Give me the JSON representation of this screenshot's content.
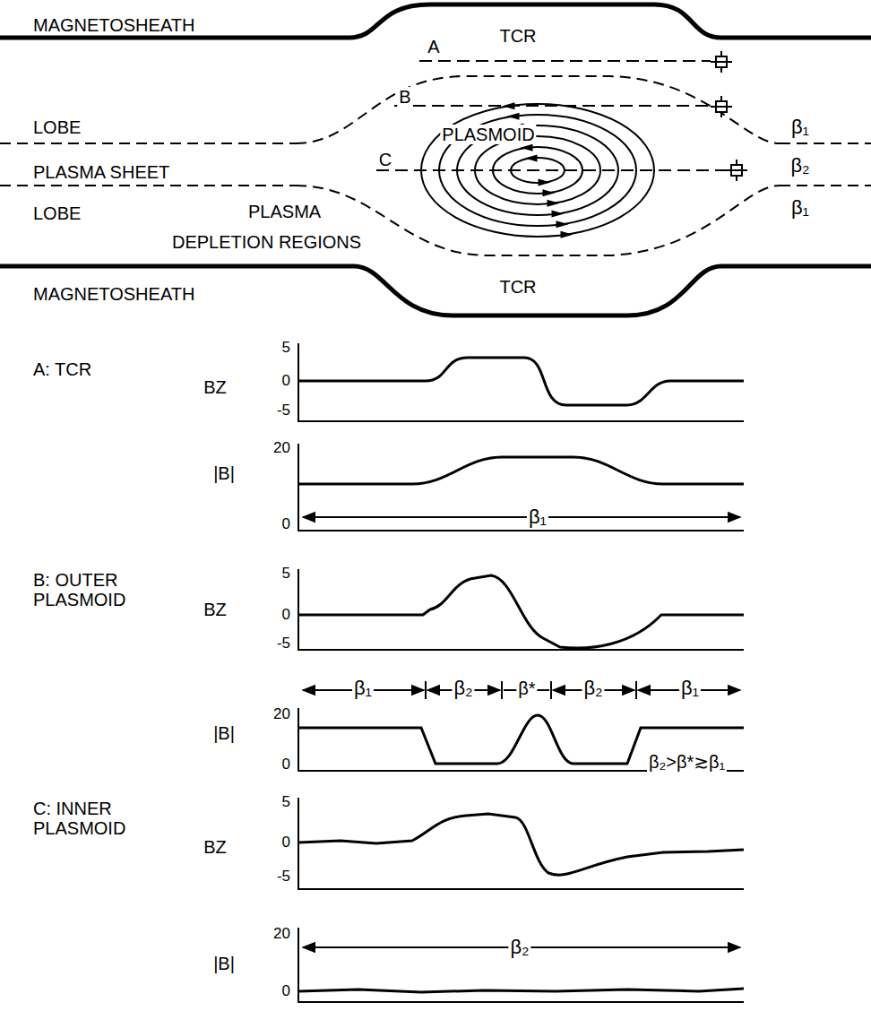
{
  "diagram": {
    "labels": [
      "MAGNETOSHEATH",
      "TCR",
      "A",
      "B",
      "LOBE",
      "PLASMOID",
      "β₁",
      "PLASMA SHEET",
      "C",
      "β₂",
      "LOBE",
      "PLASMA",
      "DEPLETION REGIONS",
      "β₁",
      "MAGNETOSHEATH",
      "TCR",
      "A: TCR",
      "BZ",
      "5",
      "0",
      "-5",
      "|B|",
      "20",
      "0",
      "β₁",
      "B: OUTER PLASMOID",
      "BZ",
      "5",
      "0",
      "-5",
      "β₁",
      "β₂",
      "β*",
      "β₂",
      "β₁",
      "|B|",
      "20",
      "0",
      "β₂>β*≳β₁",
      "C: INNER PLASMOID",
      "BZ",
      "5",
      "0",
      "-5",
      "|B|",
      "20",
      "0",
      "β₂"
    ]
  }
}
